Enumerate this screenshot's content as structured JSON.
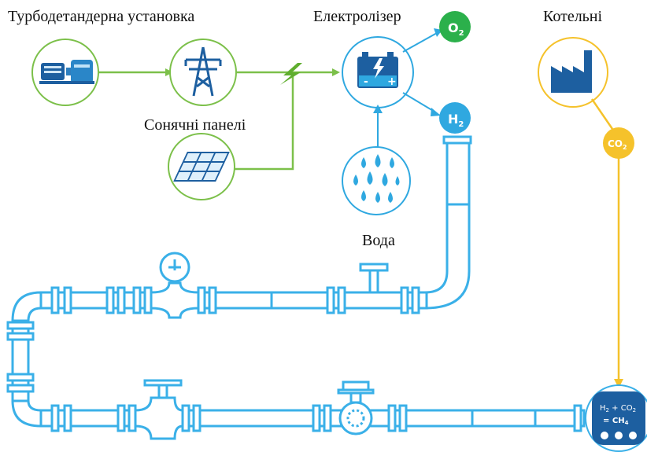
{
  "labels": {
    "turbo": "Турбодетандерна установка",
    "electrolyzer": "Електролізер",
    "boilers": "Котельні",
    "solar": "Сонячні панелі",
    "water": "Вода"
  },
  "badges": {
    "o2": "O",
    "o2_sub": "2",
    "h2": "H",
    "h2_sub": "2",
    "co2": "CO",
    "co2_sub": "2"
  },
  "reaction": {
    "line1_a": "H",
    "line1_a_sub": "2",
    "line1_b": " + CO",
    "line1_b_sub": "2",
    "line2_a": "= CH",
    "line2_a_sub": "4"
  },
  "icons": {
    "turbo": "turbine-generator-icon",
    "tower": "power-tower-icon",
    "solar": "solar-panel-icon",
    "electrolyzer": "electrolyzer-battery-icon",
    "water": "water-drops-icon",
    "factory": "factory-icon",
    "methanation": "methanation-reactor-icon"
  },
  "colors": {
    "green": "#7cc04a",
    "blue": "#2fa8e0",
    "pipe_blue": "#3ab0e8",
    "yellow": "#f5c22b",
    "o2_green": "#2bb04b",
    "dark_blue": "#1d5fa0"
  }
}
